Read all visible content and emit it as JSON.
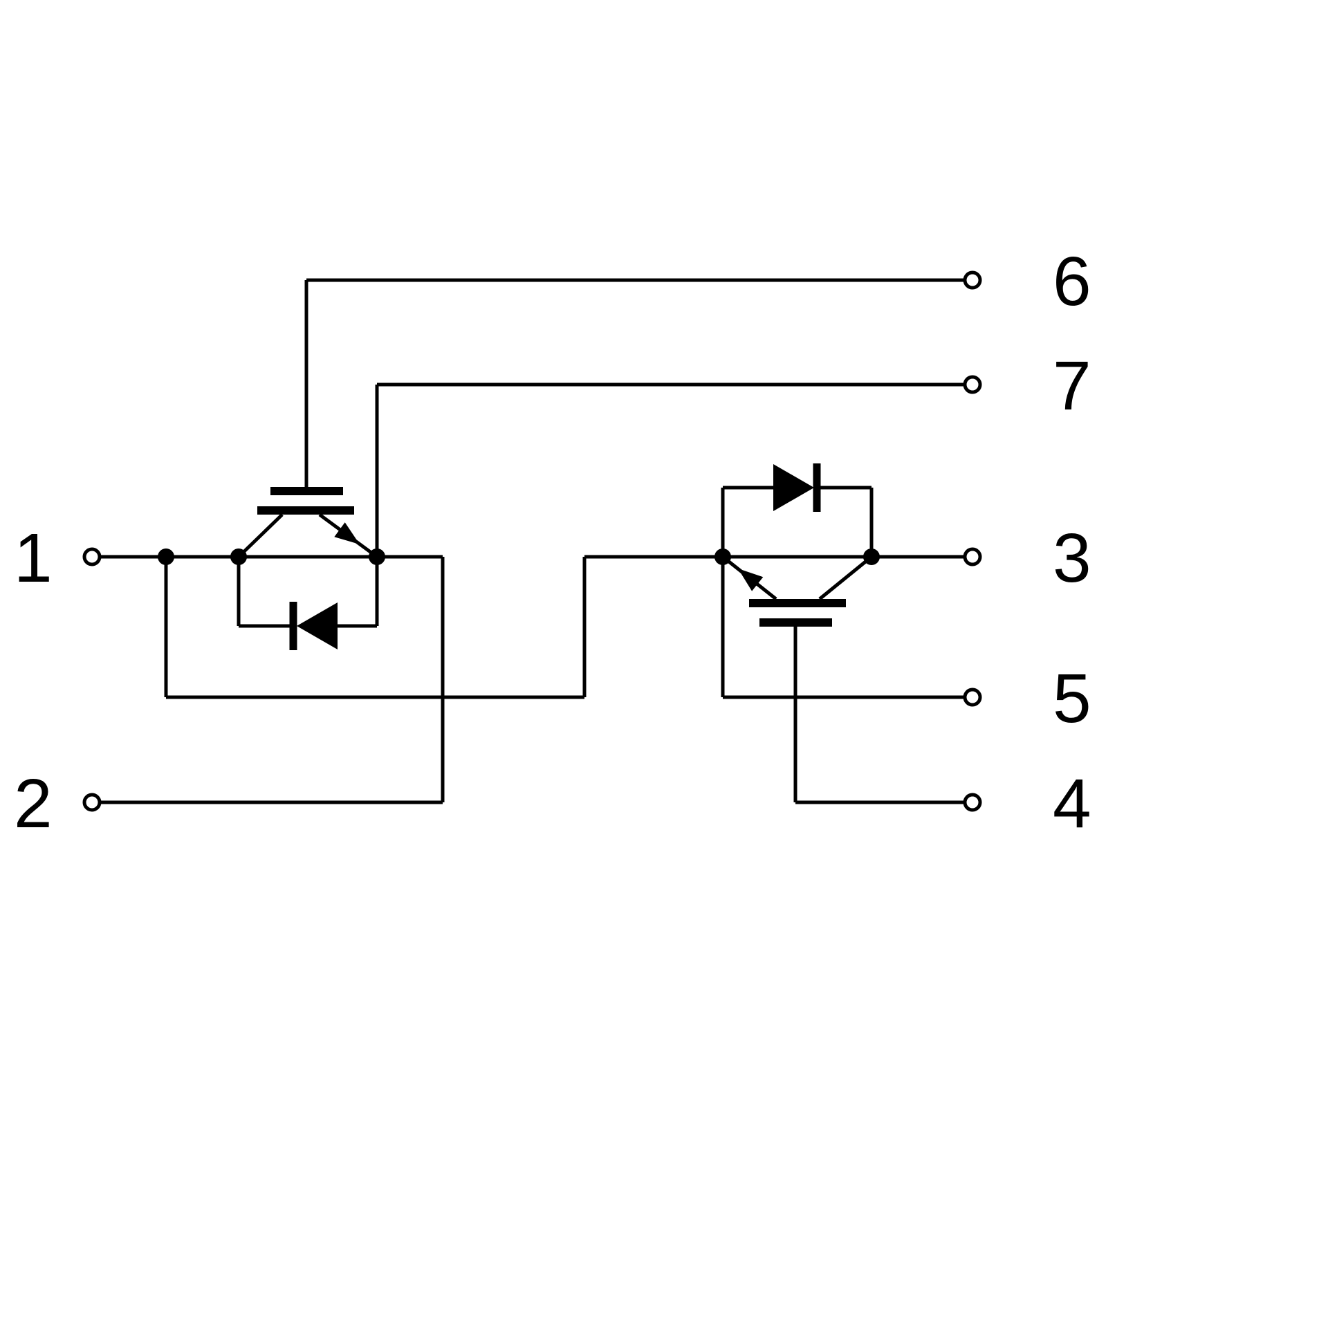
{
  "diagram_type": "circuit-schematic",
  "colors": {
    "stroke": "#000000",
    "background": "#ffffff"
  },
  "terminals": {
    "t1": "1",
    "t2": "2",
    "t3": "3",
    "t4": "4",
    "t5": "5",
    "t6": "6",
    "t7": "7"
  },
  "components": {
    "left_switch": "igbt-with-antiparallel-diode",
    "right_switch": "igbt-with-antiparallel-diode"
  }
}
